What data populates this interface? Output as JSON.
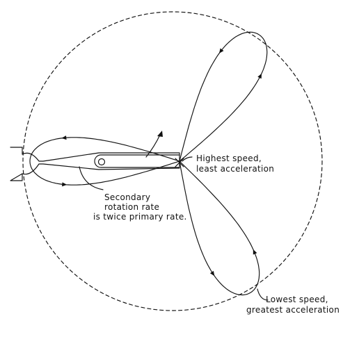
{
  "annotations": {
    "highest_speed": [
      "Highest speed,",
      "least acceleration"
    ],
    "secondary_rotation": [
      "Secondary",
      "rotation rate",
      "is twice primary rate."
    ],
    "lowest_speed": [
      "Lowest speed,",
      "greatest acceleration"
    ]
  },
  "colors": {
    "ink": "#111111",
    "paper": "#ffffff"
  }
}
